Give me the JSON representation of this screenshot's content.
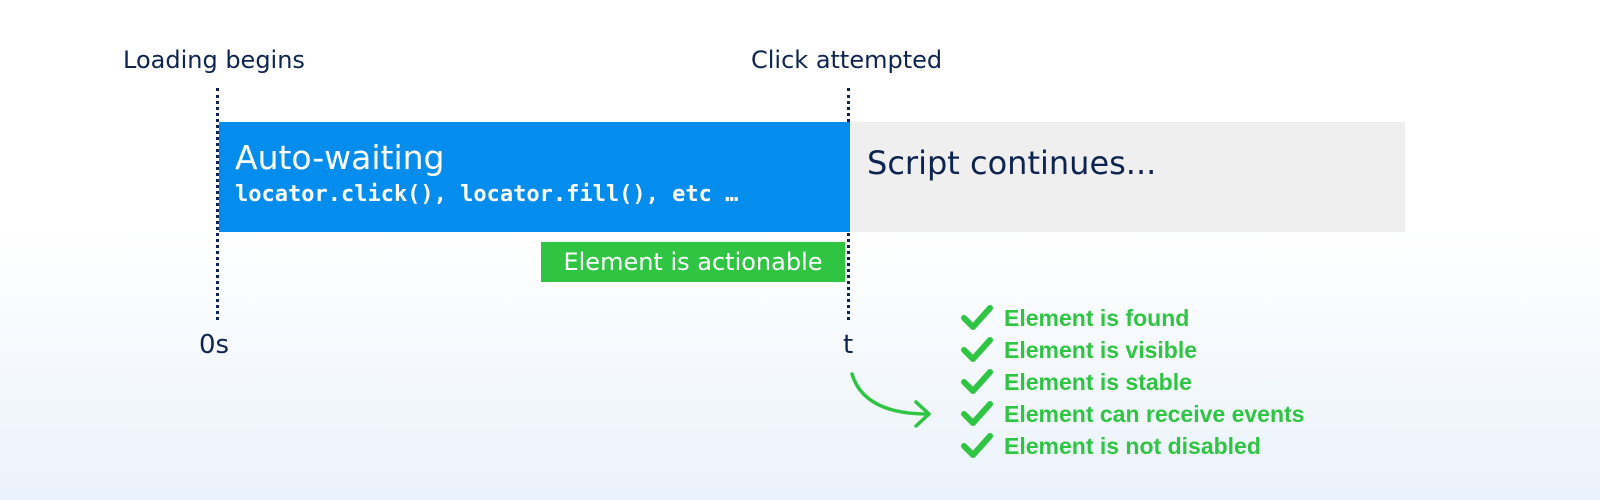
{
  "labels": {
    "loading_begins": "Loading begins",
    "click_attempted": "Click attempted"
  },
  "autowait_bar": {
    "title": "Auto-waiting",
    "code": "locator.click(), locator.fill(), etc …",
    "color": "#058ded"
  },
  "script_bar": {
    "text": "Script continues...",
    "color": "#efefef"
  },
  "actionable_badge": {
    "text": "Element is actionable",
    "color": "#2fc543"
  },
  "axis": {
    "start": "0s",
    "end": "t"
  },
  "checks": [
    {
      "icon": "checkmark-icon",
      "label": "Element is found"
    },
    {
      "icon": "checkmark-icon",
      "label": "Element is visible"
    },
    {
      "icon": "checkmark-icon",
      "label": "Element is stable"
    },
    {
      "icon": "checkmark-icon",
      "label": "Element can receive events"
    },
    {
      "icon": "checkmark-icon",
      "label": "Element is not disabled"
    }
  ],
  "colors": {
    "text_dark": "#0d2450",
    "check_green": "#2fc543"
  }
}
